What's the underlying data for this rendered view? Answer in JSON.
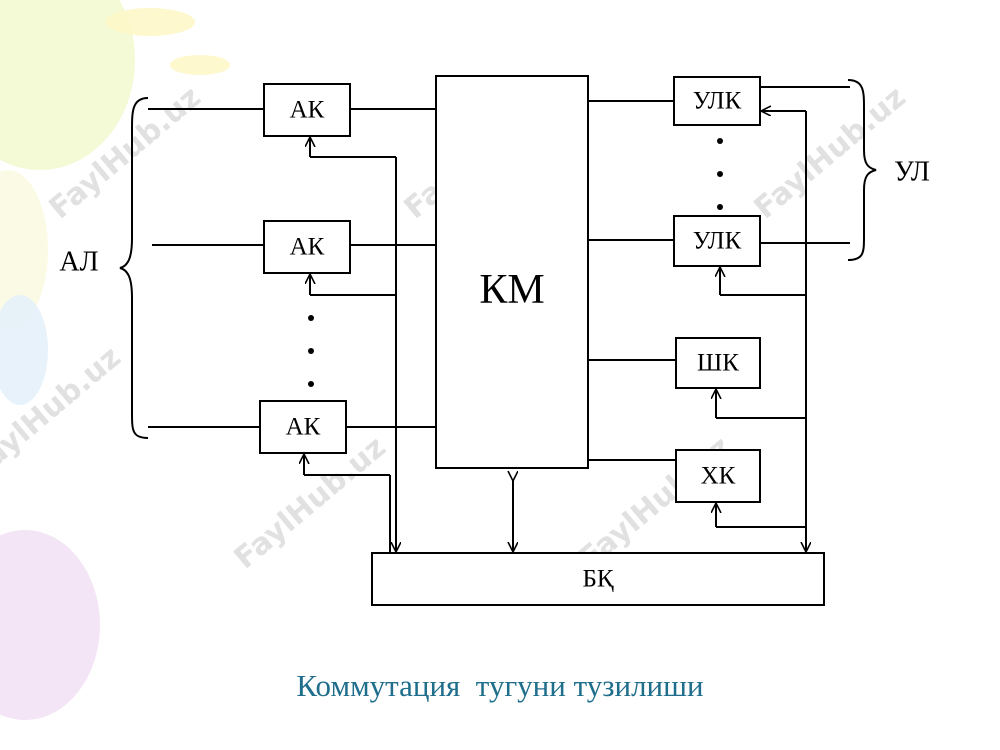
{
  "watermark": "FaylHub.uz",
  "caption": "Коммутация  тугуни тузилиши",
  "blocks": {
    "ak_1": "АК",
    "ak_2": "АК",
    "ak_3": "АК",
    "km": "КМ",
    "ulk_1": "УЛК",
    "ulk_2": "УЛК",
    "shk": "ШК",
    "hk": "ХК",
    "bk": "БҚ"
  },
  "brace_labels": {
    "left": "АЛ",
    "right": "УЛ"
  },
  "colors": {
    "caption": "#1f6e8c",
    "line": "#000000",
    "watermark": "#c9c9c9"
  }
}
